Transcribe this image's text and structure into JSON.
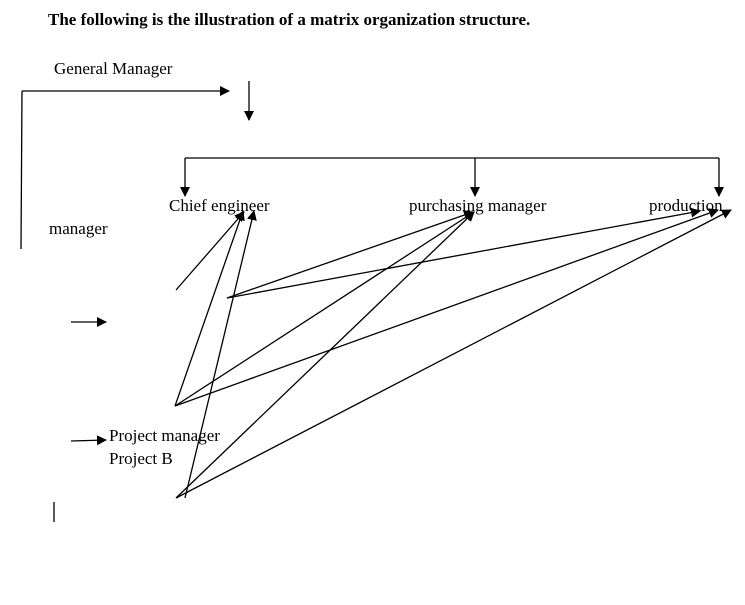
{
  "heading": "The following is the illustration of a matrix organization structure.",
  "nodes": {
    "general_manager": "General Manager",
    "manager": "manager",
    "chief_engineer": "Chief engineer",
    "purchasing_manager": "purchasing manager",
    "production": "production",
    "project_manager_line1": "Project manager",
    "project_manager_line2": "Project B"
  },
  "colors": {
    "line": "#000000",
    "background": "#ffffff"
  }
}
